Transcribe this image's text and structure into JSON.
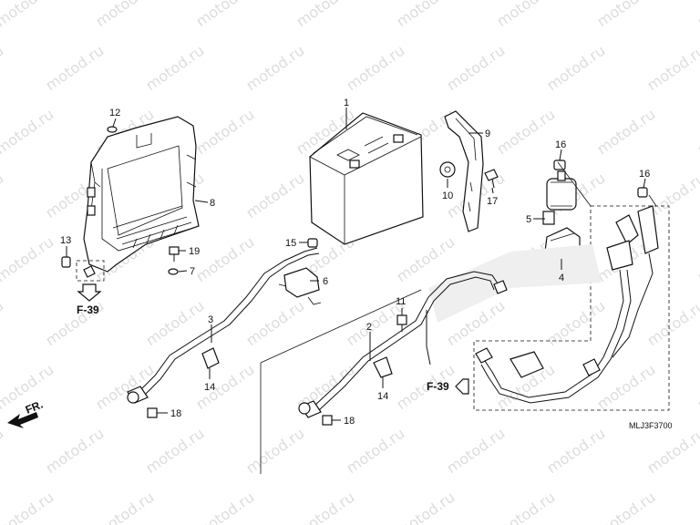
{
  "watermark": "motod.ru",
  "diagram_code": "MLJ3F3700",
  "front_indicator": "FR.",
  "references": {
    "left": "F-39",
    "right": "F-39"
  },
  "callouts": {
    "c1": "1",
    "c2": "2",
    "c3": "3",
    "c4": "4",
    "c5": "5",
    "c6": "6",
    "c7": "7",
    "c8": "8",
    "c9": "9",
    "c10": "10",
    "c11": "11",
    "c12": "12",
    "c13": "13",
    "c14a": "14",
    "c14b": "14",
    "c15": "15",
    "c16a": "16",
    "c16b": "16",
    "c17": "17",
    "c18a": "18",
    "c18b": "18",
    "c19": "19"
  }
}
